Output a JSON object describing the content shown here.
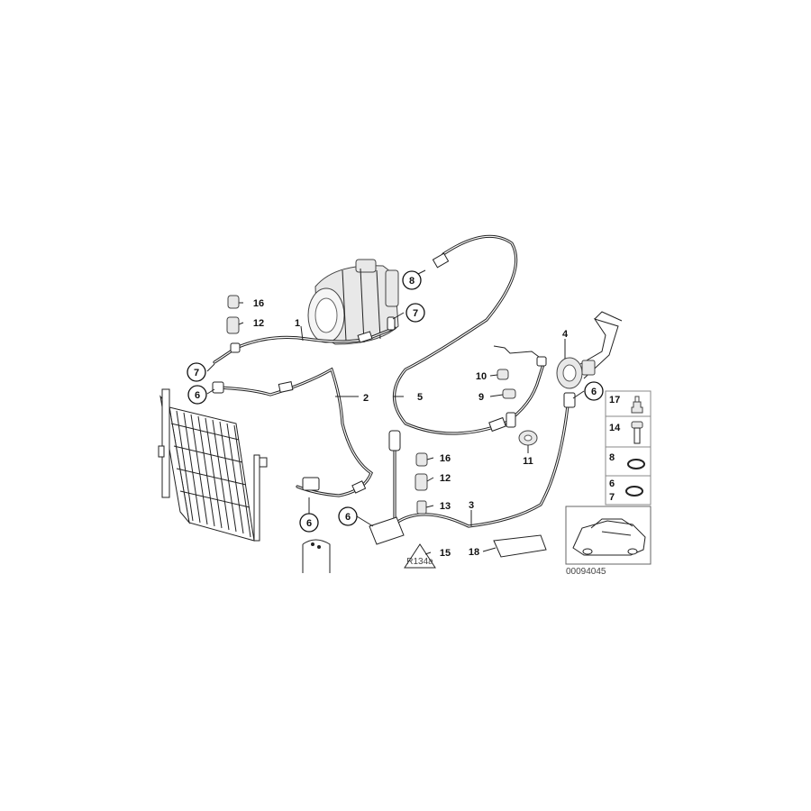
{
  "callouts": {
    "c1": "1",
    "c2": "2",
    "c3": "3",
    "c4": "4",
    "c5": "5",
    "c6a": "6",
    "c6b": "6",
    "c6c": "6",
    "c6d": "6",
    "c7a": "7",
    "c7b": "7",
    "c8": "8",
    "c9": "9",
    "c10": "10",
    "c11": "11",
    "c12a": "12",
    "c12b": "12",
    "c13": "13",
    "c15": "15",
    "c16a": "16",
    "c16b": "16",
    "c18": "18"
  },
  "legend": {
    "row17": "17",
    "row14": "14",
    "row8": "8",
    "row67_a": "6",
    "row67_b": "7"
  },
  "reference_number": "00094045"
}
